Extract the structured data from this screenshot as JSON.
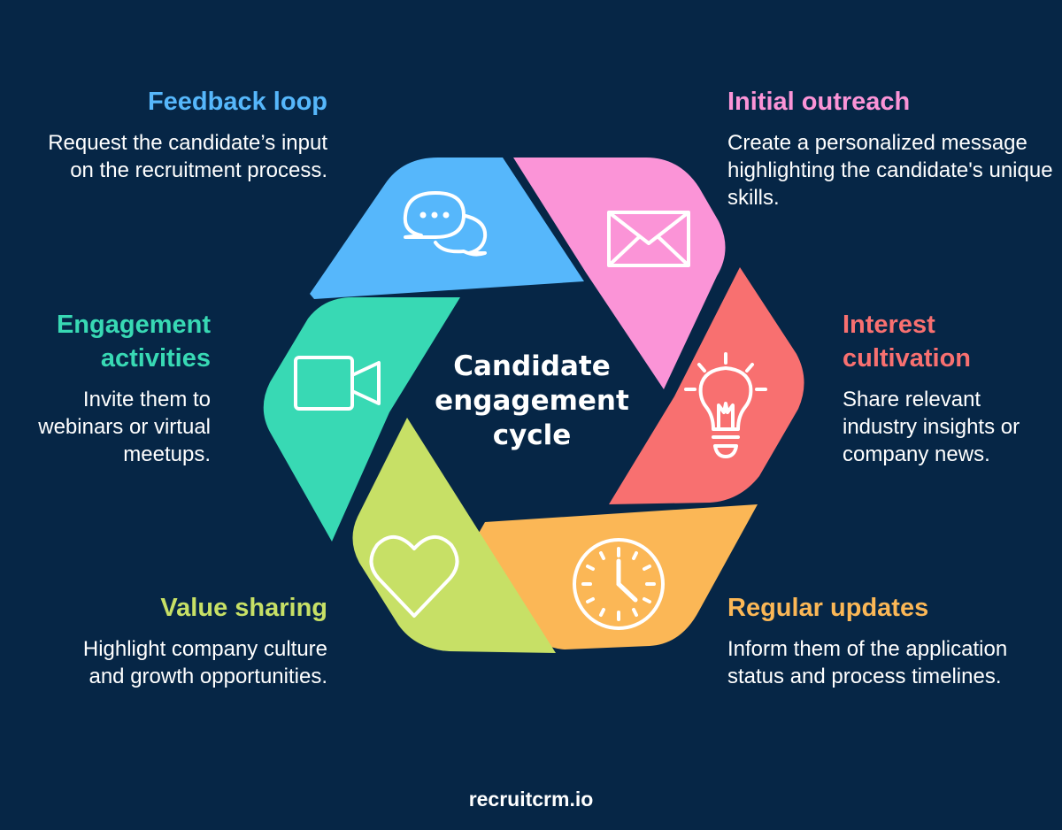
{
  "center_title": "Candidate engagement cycle",
  "footer": "recruitcrm.io",
  "colors": {
    "background": "#062646",
    "feedback": "#56b7fb",
    "initial": "#fb94d7",
    "interest": "#f87070",
    "regular": "#fbb756",
    "value": "#c7e066",
    "engagement": "#38d9b4"
  },
  "steps": {
    "feedback": {
      "title": "Feedback loop",
      "desc": "Request the candidate’s input on the recruitment process.",
      "icon": "chat-bubbles-icon"
    },
    "initial": {
      "title": "Initial outreach",
      "desc": "Create a personalized message highlighting the candidate's unique skills.",
      "icon": "envelope-icon"
    },
    "interest": {
      "title": "Interest cultivation",
      "desc": "Share relevant industry insights or company news.",
      "icon": "lightbulb-icon"
    },
    "regular": {
      "title": "Regular updates",
      "desc": "Inform them of the application status and process timelines.",
      "icon": "clock-icon"
    },
    "value": {
      "title": "Value sharing",
      "desc": "Highlight company culture and growth opportunities.",
      "icon": "heart-icon"
    },
    "engagement": {
      "title": "Engagement activities",
      "desc": "Invite them to webinars or virtual meetups.",
      "icon": "video-camera-icon"
    }
  }
}
